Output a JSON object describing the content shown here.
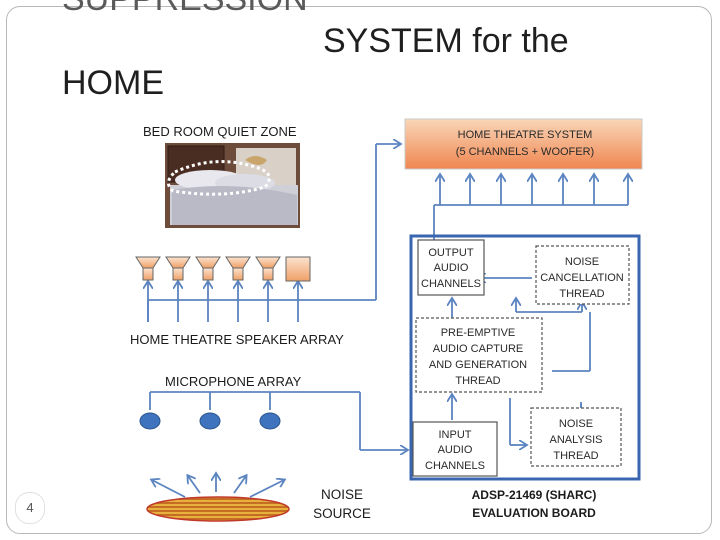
{
  "slide": {
    "title_line1": "SUPPRESSION",
    "title_line2": "SYSTEM for the",
    "title_line3": "HOME",
    "page_number": "4"
  },
  "diagram": {
    "bedroom_label": "BED ROOM QUIET ZONE",
    "home_theatre_label": [
      "HOME THEATRE SYSTEM",
      "(5 CHANNELS + WOOFER)"
    ],
    "speaker_array_label": "HOME THEATRE  SPEAKER ARRAY",
    "microphone_array_label": "MICROPHONE ARRAY",
    "noise_source_label": [
      "NOISE",
      "SOURCE"
    ],
    "output_audio_label": [
      "OUTPUT",
      "AUDIO",
      "CHANNELS"
    ],
    "noise_cancellation_label": [
      "NOISE",
      "CANCELLATION",
      "THREAD"
    ],
    "pre_emptive_label": [
      "PRE-EMPTIVE",
      "AUDIO CAPTURE",
      "AND GENERATION",
      "THREAD"
    ],
    "input_audio_label": [
      "INPUT",
      "AUDIO",
      "CHANNELS"
    ],
    "noise_analysis_label": [
      "NOISE",
      "ANALYSIS",
      "THREAD"
    ],
    "board_label": [
      "ADSP-21469  (SHARC)",
      "EVALUATION BOARD"
    ]
  },
  "colors": {
    "link_blue": "#5b84c0",
    "board_border": "#3a66b0",
    "theatre_fill_top": "#f7c7a0",
    "theatre_fill_bottom": "#f08a54",
    "mic_blue": "#3f73bd",
    "noise_fill": "#e9b13a",
    "noise_stripe": "#c26a1e",
    "noise_border": "#c0392b"
  }
}
